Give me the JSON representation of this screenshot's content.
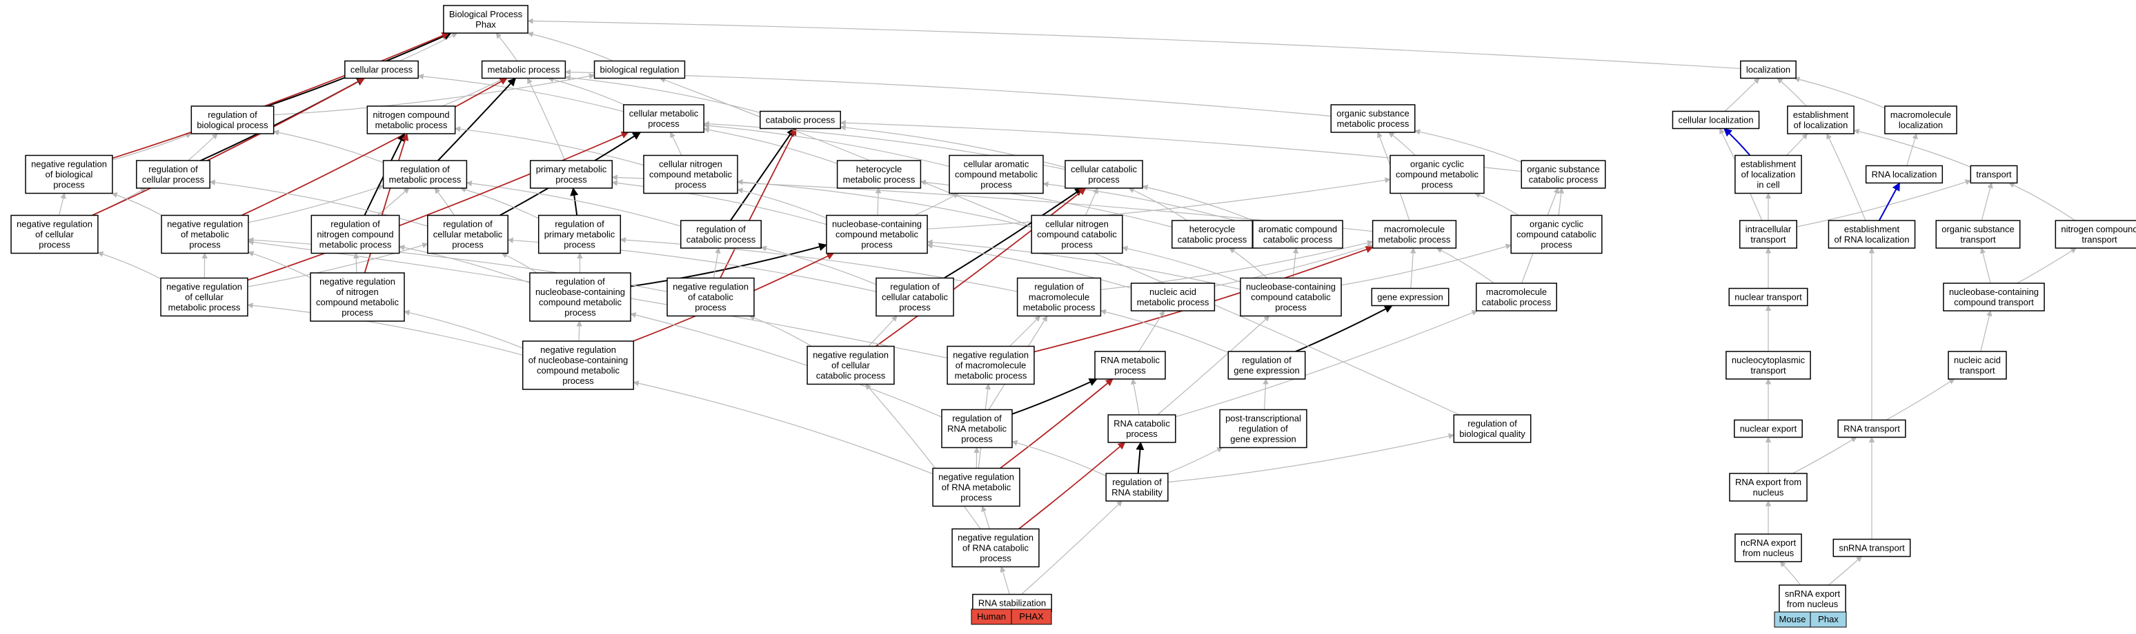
{
  "colors": {
    "gray_edge": "#b8b8b8",
    "black_edge": "#000000",
    "red_edge": "#b22222",
    "blue_edge": "#0000cc",
    "human_legend": "#e74c3c",
    "mouse_legend": "#9fd4e6"
  },
  "nodes": {
    "bp_phax": [
      "Biological Process",
      "Phax"
    ],
    "cellular_process": [
      "cellular process"
    ],
    "metabolic_process": [
      "metabolic process"
    ],
    "biological_regulation": [
      "biological regulation"
    ],
    "regulation_of_biological_process": [
      "regulation of",
      "biological process"
    ],
    "nitrogen_compound_metabolic_process": [
      "nitrogen compound",
      "metabolic process"
    ],
    "cellular_metabolic_process": [
      "cellular metabolic",
      "process"
    ],
    "catabolic_process": [
      "catabolic process"
    ],
    "negative_regulation_of_biological_process": [
      "negative regulation",
      "of biological",
      "process"
    ],
    "regulation_of_cellular_process": [
      "regulation of",
      "cellular process"
    ],
    "regulation_of_metabolic_process": [
      "regulation of",
      "metabolic process"
    ],
    "primary_metabolic_process": [
      "primary metabolic",
      "process"
    ],
    "cellular_nitrogen_compound_metabolic_process": [
      "cellular nitrogen",
      "compound metabolic",
      "process"
    ],
    "heterocycle_metabolic_process": [
      "heterocycle",
      "metabolic process"
    ],
    "cellular_aromatic_compound_metabolic_process": [
      "cellular aromatic",
      "compound metabolic",
      "process"
    ],
    "cellular_catabolic_process": [
      "cellular catabolic",
      "process"
    ],
    "organic_substance_metabolic_process": [
      "organic substance",
      "metabolic process"
    ],
    "organic_cyclic_compound_metabolic_process": [
      "organic cyclic",
      "compound metabolic",
      "process"
    ],
    "organic_substance_catabolic_process": [
      "organic substance",
      "catabolic process"
    ],
    "negative_regulation_of_cellular_process": [
      "negative regulation",
      "of cellular",
      "process"
    ],
    "negative_regulation_of_metabolic_process": [
      "negative regulation",
      "of metabolic",
      "process"
    ],
    "regulation_of_nitrogen_compound_metabolic_process": [
      "regulation of",
      "nitrogen compound",
      "metabolic process"
    ],
    "regulation_of_cellular_metabolic_process": [
      "regulation of",
      "cellular metabolic",
      "process"
    ],
    "regulation_of_primary_metabolic_process": [
      "regulation of",
      "primary metabolic",
      "process"
    ],
    "regulation_of_catabolic_process": [
      "regulation of",
      "catabolic process"
    ],
    "nucleobase_containing_compound_metabolic_process": [
      "nucleobase-containing",
      "compound metabolic",
      "process"
    ],
    "cellular_nitrogen_compound_catabolic_process": [
      "cellular nitrogen",
      "compound catabolic",
      "process"
    ],
    "heterocycle_catabolic_process": [
      "heterocycle",
      "catabolic process"
    ],
    "aromatic_compound_catabolic_process": [
      "aromatic compound",
      "catabolic process"
    ],
    "macromolecule_metabolic_process": [
      "macromolecule",
      "metabolic process"
    ],
    "organic_cyclic_compound_catabolic_process": [
      "organic cyclic",
      "compound catabolic",
      "process"
    ],
    "negative_regulation_of_cellular_metabolic_process": [
      "negative regulation",
      "of cellular",
      "metabolic process"
    ],
    "negative_regulation_of_nitrogen_compound_metabolic_process": [
      "negative regulation",
      "of nitrogen",
      "compound metabolic",
      "process"
    ],
    "regulation_of_nucleobase_containing_compound_metabolic_process": [
      "regulation of",
      "nucleobase-containing",
      "compound metabolic",
      "process"
    ],
    "negative_regulation_of_catabolic_process": [
      "negative regulation",
      "of catabolic",
      "process"
    ],
    "regulation_of_cellular_catabolic_process": [
      "regulation of",
      "cellular catabolic",
      "process"
    ],
    "regulation_of_macromolecule_metabolic_process": [
      "regulation of",
      "macromolecule",
      "metabolic process"
    ],
    "nucleic_acid_metabolic_process": [
      "nucleic acid",
      "metabolic process"
    ],
    "nucleobase_containing_compound_catabolic_process": [
      "nucleobase-containing",
      "compound catabolic",
      "process"
    ],
    "gene_expression": [
      "gene expression"
    ],
    "macromolecule_catabolic_process": [
      "macromolecule",
      "catabolic process"
    ],
    "negative_regulation_of_nucleobase_containing_compound_metabolic_process": [
      "negative regulation",
      "of nucleobase-containing",
      "compound metabolic",
      "process"
    ],
    "negative_regulation_of_cellular_catabolic_process": [
      "negative regulation",
      "of cellular",
      "catabolic process"
    ],
    "negative_regulation_of_macromolecule_metabolic_process": [
      "negative regulation",
      "of macromolecule",
      "metabolic process"
    ],
    "rna_metabolic_process": [
      "RNA metabolic",
      "process"
    ],
    "regulation_of_gene_expression": [
      "regulation of",
      "gene expression"
    ],
    "regulation_of_rna_metabolic_process": [
      "regulation of",
      "RNA metabolic",
      "process"
    ],
    "rna_catabolic_process": [
      "RNA catabolic",
      "process"
    ],
    "post_transcriptional_regulation_of_gene_expression": [
      "post-transcriptional",
      "regulation of",
      "gene expression"
    ],
    "regulation_of_biological_quality": [
      "regulation of",
      "biological quality"
    ],
    "negative_regulation_of_rna_metabolic_process": [
      "negative regulation",
      "of RNA metabolic",
      "process"
    ],
    "regulation_of_rna_stability": [
      "regulation of",
      "RNA stability"
    ],
    "negative_regulation_of_rna_catabolic_process": [
      "negative regulation",
      "of RNA catabolic",
      "process"
    ],
    "rna_stabilization": [
      "RNA stabilization"
    ],
    "localization": [
      "localization"
    ],
    "cellular_localization": [
      "cellular localization"
    ],
    "establishment_of_localization": [
      "establishment",
      "of localization"
    ],
    "macromolecule_localization": [
      "macromolecule",
      "localization"
    ],
    "establishment_of_localization_in_cell": [
      "establishment",
      "of localization",
      "in cell"
    ],
    "rna_localization": [
      "RNA localization"
    ],
    "transport": [
      "transport"
    ],
    "intracellular_transport": [
      "intracellular",
      "transport"
    ],
    "establishment_of_rna_localization": [
      "establishment",
      "of RNA localization"
    ],
    "organic_substance_transport": [
      "organic substance",
      "transport"
    ],
    "nitrogen_compound_transport": [
      "nitrogen compound",
      "transport"
    ],
    "nuclear_transport": [
      "nuclear transport"
    ],
    "nucleobase_containing_compound_transport": [
      "nucleobase-containing",
      "compound transport"
    ],
    "nucleocytoplasmic_transport": [
      "nucleocytoplasmic",
      "transport"
    ],
    "nucleic_acid_transport": [
      "nucleic acid",
      "transport"
    ],
    "nuclear_export": [
      "nuclear export"
    ],
    "rna_transport": [
      "RNA transport"
    ],
    "rna_export_from_nucleus": [
      "RNA export from",
      "nucleus"
    ],
    "ncrna_export_from_nucleus": [
      "ncRNA export",
      "from nucleus"
    ],
    "snrna_transport": [
      "snRNA transport"
    ],
    "snrna_export_from_nucleus": [
      "snRNA export",
      "from nucleus"
    ]
  },
  "legends": {
    "left": {
      "species": "Human",
      "gene": "PHAX"
    },
    "right": {
      "species": "Mouse",
      "gene": "Phax"
    }
  }
}
